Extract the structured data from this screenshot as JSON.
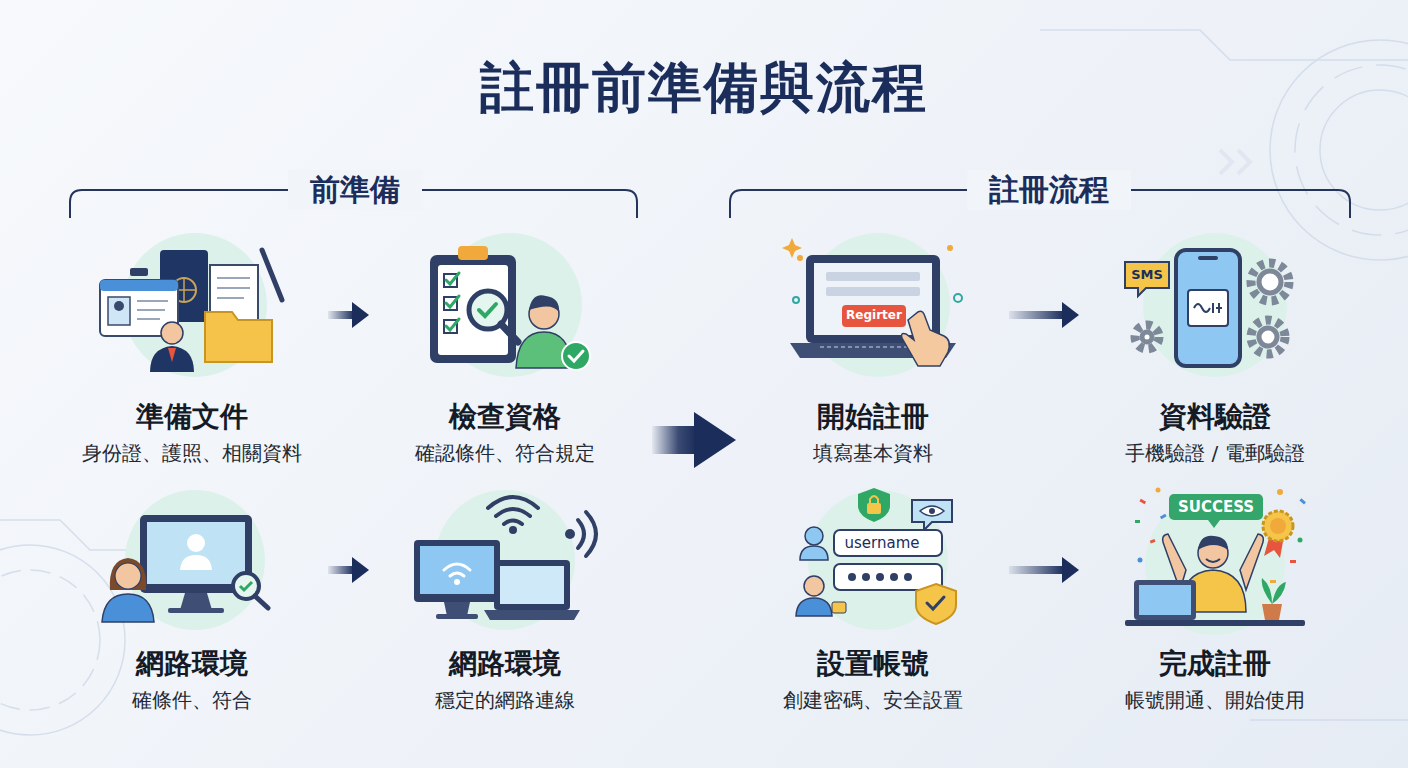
{
  "diagram": {
    "title": "註冊前準備與流程",
    "nodes": [
      {
        "text": [
          "前準備"
        ]
      },
      {
        "text": [
          "準備文件",
          "身份證、護照、相關資料"
        ],
        "in": 0
      },
      {
        "text": [
          "檢查資格",
          "確認條件、符合規定"
        ],
        "in": 0
      },
      {
        "text": [
          "網路環境",
          "確條件、符合"
        ],
        "in": 0
      },
      {
        "text": [
          "網路環境",
          "穩定的網路連線"
        ],
        "in": 0
      },
      {
        "text": [
          "註冊流程"
        ]
      },
      {
        "text": [
          "開始註冊",
          "填寫基本資料"
        ],
        "in": 5
      },
      {
        "text": [
          "資料驗證",
          "手機驗證 / 電郵驗證"
        ],
        "in": 5
      },
      {
        "text": [
          "設置帳號",
          "創建密碼、安全設置"
        ],
        "in": 5
      },
      {
        "text": [
          "完成註冊",
          "帳號開通、開始使用"
        ],
        "in": 5
      }
    ],
    "edges": [
      {
        "from": 1,
        "to": 2,
        "arrow": "to"
      },
      {
        "from": 3,
        "to": 4,
        "arrow": "to"
      },
      {
        "from": 0,
        "to": 5,
        "arrow": "to"
      },
      {
        "from": 6,
        "to": 7,
        "arrow": "to"
      },
      {
        "from": 8,
        "to": 9,
        "arrow": "to"
      }
    ],
    "labels": [
      "Regirter",
      "SMS",
      "username",
      "SUCCESS"
    ]
  }
}
